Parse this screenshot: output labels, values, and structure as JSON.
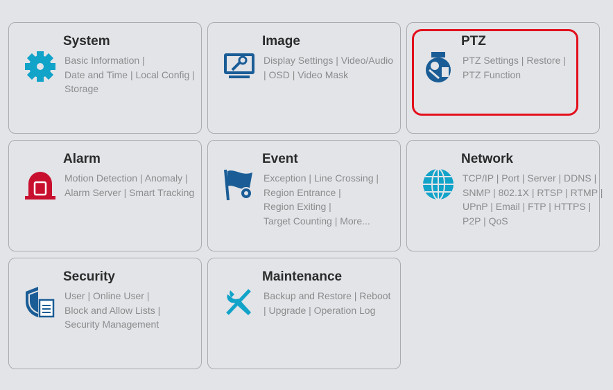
{
  "cards": [
    {
      "id": "system",
      "title": "System",
      "lines": [
        "Basic Information |",
        "Date and Time | Local Config |",
        "Storage"
      ],
      "icon": "gear-icon"
    },
    {
      "id": "image",
      "title": "Image",
      "lines": [
        "Display Settings | Video/Audio",
        "| OSD | Video Mask"
      ],
      "icon": "monitor-icon"
    },
    {
      "id": "ptz",
      "title": "PTZ",
      "lines": [
        "PTZ Settings | Restore |",
        "PTZ Function"
      ],
      "icon": "ptz-camera-icon"
    },
    {
      "id": "alarm",
      "title": "Alarm",
      "lines": [
        "Motion Detection | Anomaly |",
        "Alarm Server | Smart Tracking"
      ],
      "icon": "alarm-light-icon"
    },
    {
      "id": "event",
      "title": "Event",
      "lines": [
        "Exception | Line Crossing |",
        "Region Entrance |",
        "Region Exiting |",
        "Target Counting | More..."
      ],
      "icon": "event-flag-icon"
    },
    {
      "id": "network",
      "title": "Network",
      "lines": [
        "TCP/IP | Port | Server | DDNS |",
        "SNMP | 802.1X | RTSP | RTMP |",
        "UPnP | Email | FTP | HTTPS |",
        "P2P | QoS"
      ],
      "icon": "globe-icon"
    },
    {
      "id": "security",
      "title": "Security",
      "lines": [
        "User | Online User |",
        "Block and Allow Lists |",
        "Security Management"
      ],
      "icon": "shield-icon"
    },
    {
      "id": "maintenance",
      "title": "Maintenance",
      "lines": [
        "Backup and Restore  | Reboot",
        "| Upgrade | Operation Log"
      ],
      "icon": "tools-icon"
    }
  ],
  "colors": {
    "icon_blue": "#12a3c9",
    "icon_dark": "#1a5d96",
    "alarm_red": "#c8102e",
    "highlight": "#e3101c"
  }
}
